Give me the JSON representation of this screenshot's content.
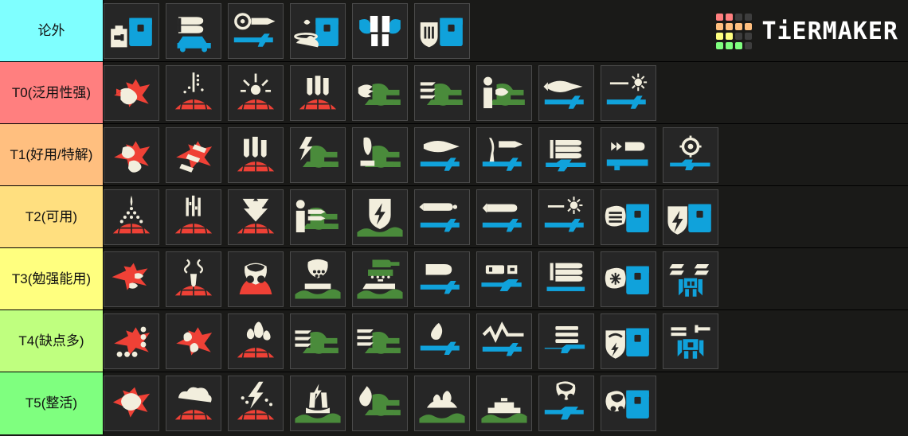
{
  "app": {
    "brand": "TiERMAKER",
    "background_color": "#1a1a18",
    "tile_background": "#262626",
    "logo_colors": [
      "#ff7f7f",
      "#ff7f7f",
      "#3d3d3d",
      "#3d3d3d",
      "#ffbf7f",
      "#ffbf7f",
      "#ffbf7f",
      "#ffbf7f",
      "#ffff7f",
      "#ffff7f",
      "#3d3d3d",
      "#3d3d3d",
      "#7fff7f",
      "#7fff7f",
      "#7fff7f",
      "#3d3d3d"
    ]
  },
  "palette": {
    "red": "#ef4136",
    "green": "#4a8b3b",
    "blue": "#10a2db",
    "cream": "#f2eedd",
    "white": "#ffffff"
  },
  "tiers": [
    {
      "label": "论外",
      "color": "#7fffff",
      "items": [
        {
          "name": "supply-pack-stratagem",
          "icon": "pack-supply"
        },
        {
          "name": "anti-materiel-ammo-vehicle-stratagem",
          "icon": "shells-vehicle"
        },
        {
          "name": "recoilless-rifle-stratagem",
          "icon": "scope-rocket-launcher"
        },
        {
          "name": "nuke-pack-stratagem",
          "icon": "pack-blast"
        },
        {
          "name": "jump-pack-stratagem",
          "icon": "jump-pack"
        },
        {
          "name": "ballistic-shield-pack-stratagem",
          "icon": "pack-shield"
        }
      ]
    },
    {
      "label": "T0(泛用性强)",
      "color": "#ff7f7f",
      "items": [
        {
          "name": "eagle-airstrike-stratagem",
          "icon": "eagle-bomb"
        },
        {
          "name": "orbital-precision-strike-stratagem",
          "icon": "orbital-beam-dotted"
        },
        {
          "name": "orbital-airburst-strike-stratagem",
          "icon": "orbital-burst"
        },
        {
          "name": "eagle-cluster-bomb-stratagem",
          "icon": "orbital-three-bombs"
        },
        {
          "name": "machine-gun-sentry-stratagem",
          "icon": "sentry-mg"
        },
        {
          "name": "gatling-sentry-stratagem",
          "icon": "sentry-gatling"
        },
        {
          "name": "shield-generator-relay-stratagem",
          "icon": "sentry-person"
        },
        {
          "name": "expendable-anti-tank-stratagem",
          "icon": "weapon-rocket"
        },
        {
          "name": "laser-cannon-stratagem",
          "icon": "weapon-laser"
        }
      ]
    },
    {
      "label": "T1(好用/特解)",
      "color": "#ffbf7f",
      "items": [
        {
          "name": "eagle-500kg-bomb-stratagem",
          "icon": "eagle-twin-bomb"
        },
        {
          "name": "eagle-strafing-run-stratagem",
          "icon": "eagle-strafe"
        },
        {
          "name": "orbital-barrage-stratagem",
          "icon": "orbital-bomb-trio"
        },
        {
          "name": "tesla-tower-stratagem",
          "icon": "sentry-tesla"
        },
        {
          "name": "mortar-sentry-stratagem",
          "icon": "sentry-mortar"
        },
        {
          "name": "quasar-cannon-stratagem",
          "icon": "weapon-quasar"
        },
        {
          "name": "spear-launcher-stratagem",
          "icon": "weapon-spear"
        },
        {
          "name": "autocannon-stratagem",
          "icon": "weapon-autocannon"
        },
        {
          "name": "anti-tank-emplacement-stratagem",
          "icon": "weapon-at"
        },
        {
          "name": "anti-materiel-rifle-stratagem",
          "icon": "weapon-sniper-scope"
        }
      ]
    },
    {
      "label": "T2(可用)",
      "color": "#ffdf7f",
      "items": [
        {
          "name": "orbital-laser-stratagem",
          "icon": "orbital-laser"
        },
        {
          "name": "orbital-gatling-barrage-stratagem",
          "icon": "orbital-gatling"
        },
        {
          "name": "orbital-railcannon-strike-stratagem",
          "icon": "orbital-arrow"
        },
        {
          "name": "rocket-sentry-stratagem",
          "icon": "sentry-person-rocket"
        },
        {
          "name": "shield-generator-stratagem",
          "icon": "emplacement-shield"
        },
        {
          "name": "grenade-launcher-stratagem",
          "icon": "weapon-grenade-launcher"
        },
        {
          "name": "flamethrower-stratagem",
          "icon": "weapon-flame"
        },
        {
          "name": "arc-thrower-stratagem",
          "icon": "weapon-arc"
        },
        {
          "name": "guard-dog-pack-stratagem",
          "icon": "pack-drone"
        },
        {
          "name": "shield-pack-stratagem",
          "icon": "pack-shield-bolt"
        }
      ]
    },
    {
      "label": "T3(勉强能用)",
      "color": "#ffff7f",
      "items": [
        {
          "name": "eagle-rocket-pods-stratagem",
          "icon": "eagle-rockets"
        },
        {
          "name": "orbital-ems-strike-stratagem",
          "icon": "orbital-ems"
        },
        {
          "name": "orbital-gas-strike-stratagem",
          "icon": "orbital-gas-mask"
        },
        {
          "name": "mortar-emplacement-stratagem",
          "icon": "emplacement-gas"
        },
        {
          "name": "hmg-emplacement-stratagem",
          "icon": "emplacement-tank"
        },
        {
          "name": "recoilless-cannon-stratagem",
          "icon": "weapon-recoilless"
        },
        {
          "name": "railgun-stratagem",
          "icon": "weapon-railgun"
        },
        {
          "name": "heavy-machine-gun-stratagem",
          "icon": "weapon-hmg"
        },
        {
          "name": "ballistic-pack-stratagem",
          "icon": "pack-ballistic"
        },
        {
          "name": "patriot-exosuit-stratagem",
          "icon": "mech-patriot"
        }
      ]
    },
    {
      "label": "T4(缺点多)",
      "color": "#bfff7f",
      "items": [
        {
          "name": "eagle-smoke-strike-stratagem",
          "icon": "eagle-dots"
        },
        {
          "name": "eagle-napalm-strike-stratagem",
          "icon": "eagle-flames"
        },
        {
          "name": "orbital-napalm-barrage-stratagem",
          "icon": "orbital-fire"
        },
        {
          "name": "autocannon-sentry-stratagem",
          "icon": "sentry-auto"
        },
        {
          "name": "flame-sentry-stratagem",
          "icon": "sentry-flame-lines"
        },
        {
          "name": "incendiary-weapon-stratagem",
          "icon": "weapon-incendiary"
        },
        {
          "name": "stalwart-stratagem",
          "icon": "weapon-stalwart"
        },
        {
          "name": "machine-gun-stratagem",
          "icon": "weapon-mg"
        },
        {
          "name": "guard-dog-shield-pack-stratagem",
          "icon": "pack-shield-arc"
        },
        {
          "name": "emancipator-exosuit-stratagem",
          "icon": "mech-emancipator"
        }
      ]
    },
    {
      "label": "T5(整活)",
      "color": "#7fff7f",
      "items": [
        {
          "name": "eagle-smoke-cloud-stratagem",
          "icon": "eagle-cloud"
        },
        {
          "name": "orbital-smoke-strike-stratagem",
          "icon": "orbital-smoke"
        },
        {
          "name": "orbital-ems-barrage-stratagem",
          "icon": "orbital-lightning"
        },
        {
          "name": "seismic-probe-stratagem",
          "icon": "emplacement-probe"
        },
        {
          "name": "flame-sentry-green-stratagem",
          "icon": "sentry-flame"
        },
        {
          "name": "hellbomb-stratagem",
          "icon": "emplacement-hellbomb"
        },
        {
          "name": "tesla-emplacement-stratagem",
          "icon": "emplacement-platform"
        },
        {
          "name": "stun-weapon-stratagem",
          "icon": "weapon-gas-rifle"
        },
        {
          "name": "guard-dog-gas-pack-stratagem",
          "icon": "pack-gas-drone"
        }
      ]
    }
  ]
}
